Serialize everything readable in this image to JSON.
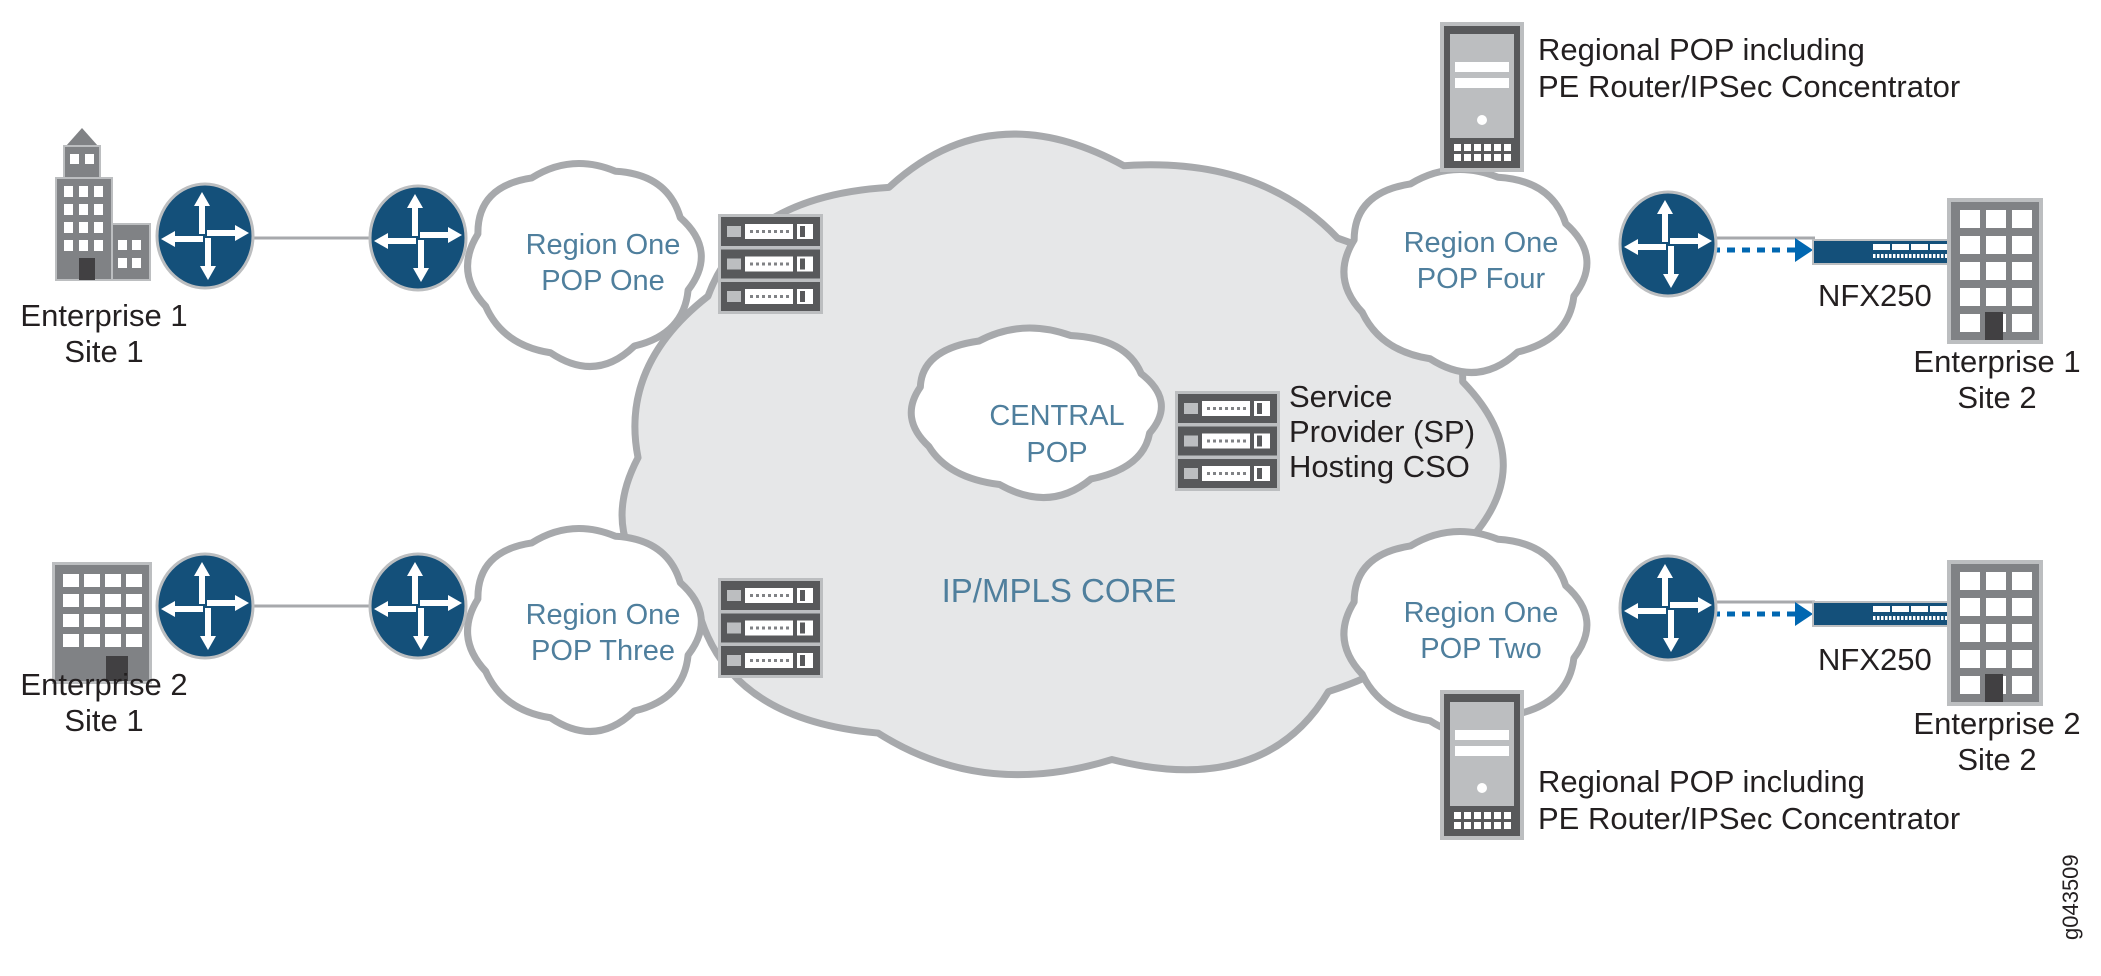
{
  "colors": {
    "router": "#14507a",
    "cloud_stroke": "#a7a9ac",
    "core_fill": "#e6e7e8",
    "cloud_label": "#4f7f9d",
    "building": "#808285",
    "link_arrow": "#0067b1"
  },
  "core": {
    "label": "IP/MPLS CORE"
  },
  "central": {
    "line1": "CENTRAL",
    "line2": "POP",
    "sp_line1": "Service",
    "sp_line2": "Provider (SP)",
    "sp_line3": "Hosting CSO"
  },
  "pops": {
    "one": {
      "line1": "Region One",
      "line2": "POP One"
    },
    "three": {
      "line1": "Region One",
      "line2": "POP Three"
    },
    "four": {
      "line1": "Region One",
      "line2": "POP Four"
    },
    "two": {
      "line1": "Region One",
      "line2": "POP Two"
    }
  },
  "regional": {
    "line1": "Regional POP including",
    "line2": "PE Router/IPSec Concentrator"
  },
  "sites": {
    "e1s1": {
      "line1": "Enterprise 1",
      "line2": "Site 1"
    },
    "e2s1": {
      "line1": "Enterprise 2",
      "line2": "Site 1"
    },
    "e1s2": {
      "line1": "Enterprise 1",
      "line2": "Site 2"
    },
    "e2s2": {
      "line1": "Enterprise 2",
      "line2": "Site 2"
    }
  },
  "devices": {
    "nfx": "NFX250"
  },
  "figure_id": "g043509"
}
